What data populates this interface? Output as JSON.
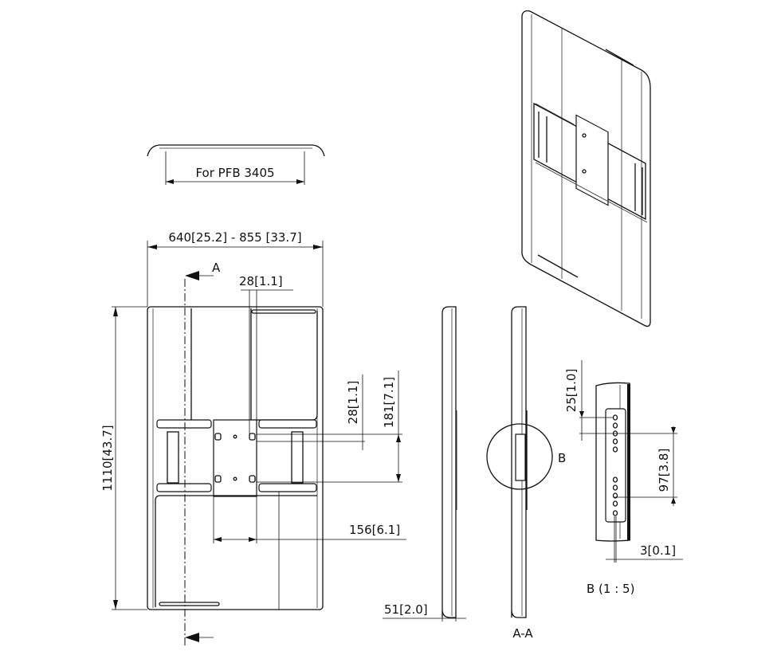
{
  "labels": {
    "top_profile": "For PFB 3405",
    "width_dim": "640[25.2] - 855 [33.7]",
    "section_marker": "A",
    "slot_offset": "28[1.1]",
    "height_dim": "1110[43.7]",
    "vertical_offset": "28[1.1]",
    "vertical_spacing": "181[7.1]",
    "horizontal_spacing": "156[6.1]",
    "depth_dim": "51[2.0]",
    "section_view": "A-A",
    "detail_marker": "B",
    "detail_offset": "25[1.0]",
    "detail_spacing": "97[3.8]",
    "detail_thickness": "3[0.1]",
    "detail_view": "B (1 : 5)"
  }
}
